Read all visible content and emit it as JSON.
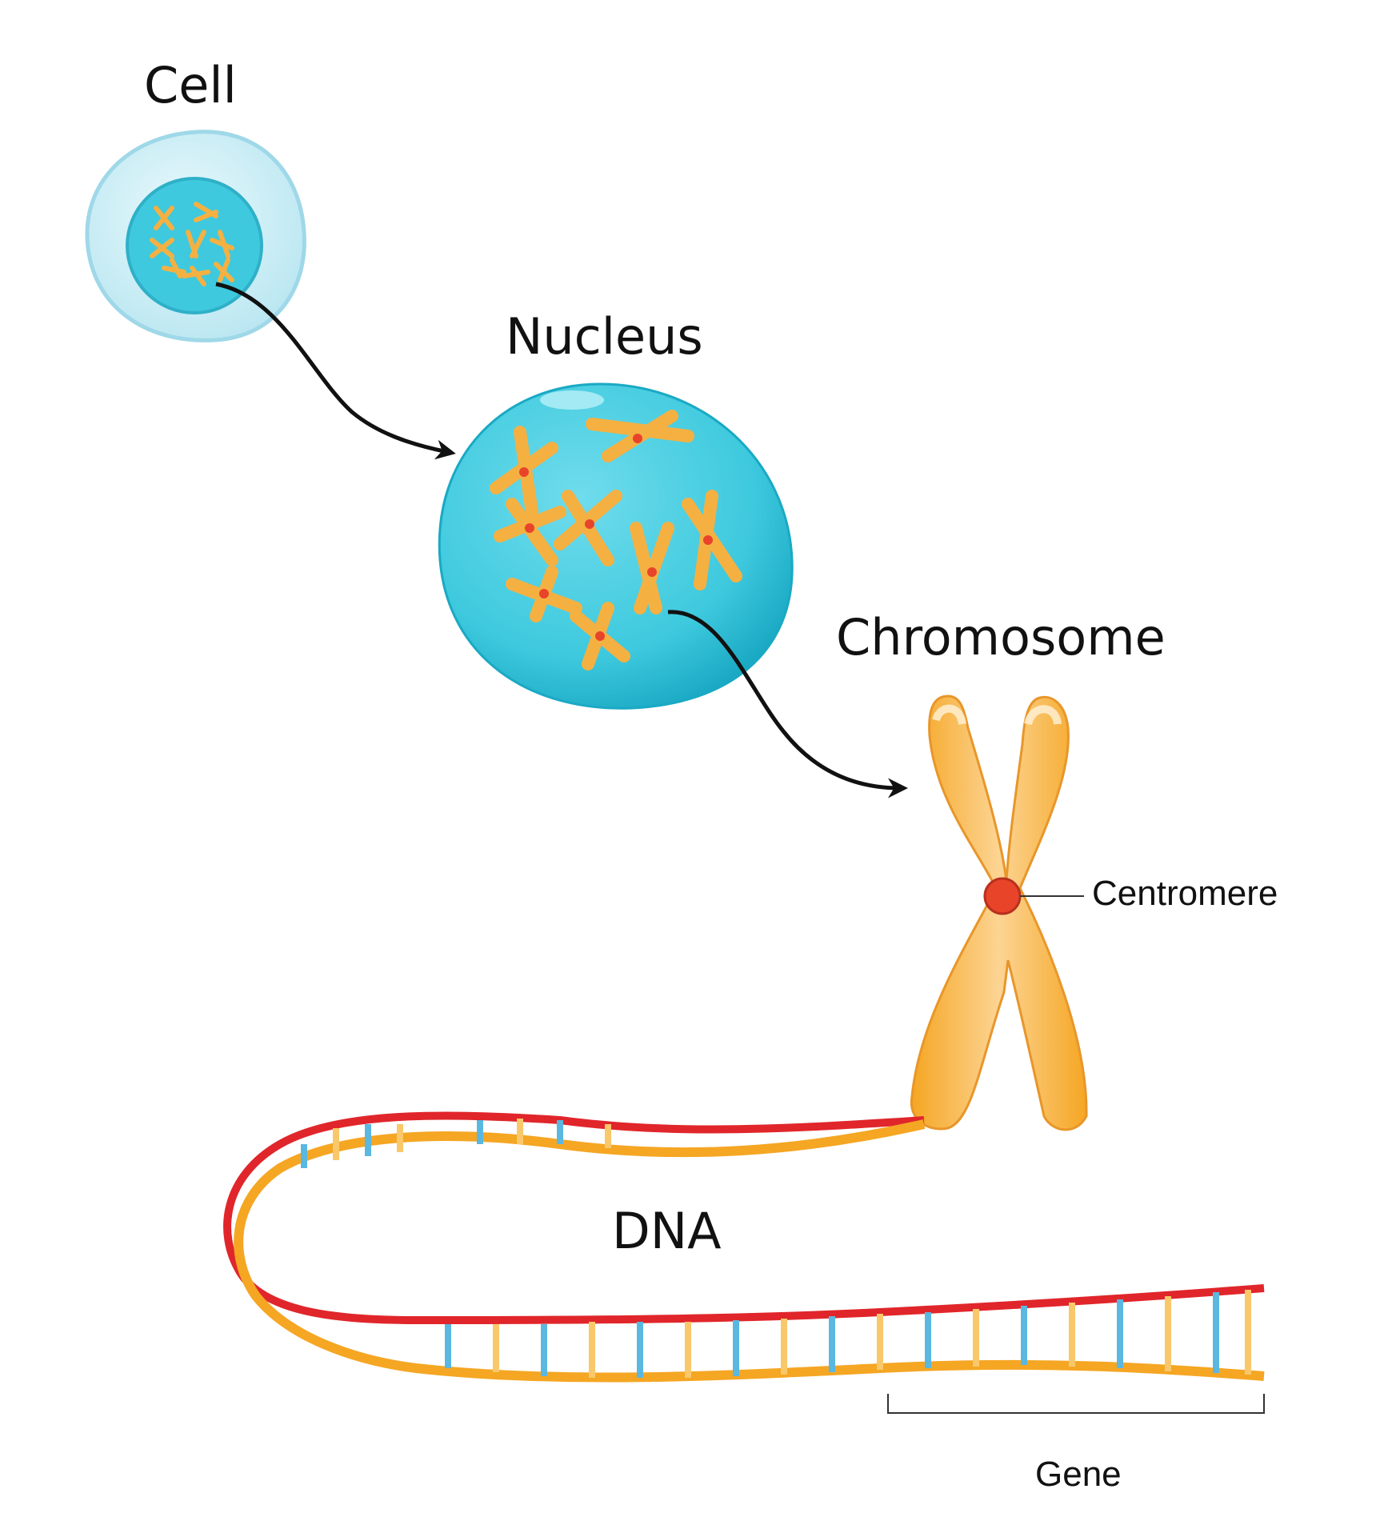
{
  "labels": {
    "cell": "Cell",
    "nucleus": "Nucleus",
    "chromosome": "Chromosome",
    "centromere": "Centromere",
    "dna": "DNA",
    "gene": "Gene"
  },
  "colors": {
    "cell_membrane": "#bfe9f3",
    "cell_inner": "#dff5fa",
    "nucleus_blue": "#3ec9de",
    "nucleus_dark": "#1aa9c4",
    "chromosome_orange": "#f5b042",
    "chromosome_light": "#fbd9a0",
    "centromere_red": "#e8442a",
    "dna_red": "#e0262b",
    "dna_orange": "#f5a623",
    "base_blue": "#5ab8e0",
    "base_yellow": "#f8c86a",
    "arrow": "#111111"
  }
}
